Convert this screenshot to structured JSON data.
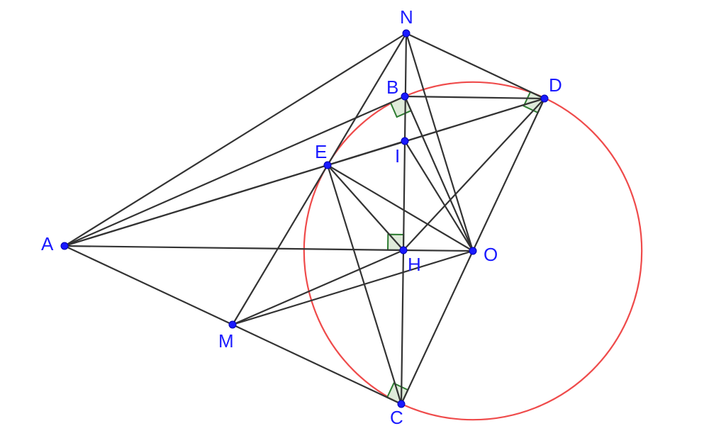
{
  "colors": {
    "line": "#333333",
    "circle": "#ef4b4b",
    "point": "#1a1aff",
    "right_angle_stroke": "#2e7d32",
    "right_angle_fill": "#d9e8d4"
  },
  "points": [
    {
      "id": "N",
      "label": "N"
    },
    {
      "id": "B",
      "label": "B"
    },
    {
      "id": "D",
      "label": "D"
    },
    {
      "id": "I",
      "label": "I"
    },
    {
      "id": "E",
      "label": "E"
    },
    {
      "id": "A",
      "label": "A"
    },
    {
      "id": "H",
      "label": "H"
    },
    {
      "id": "O",
      "label": "O"
    },
    {
      "id": "M",
      "label": "M"
    },
    {
      "id": "C",
      "label": "C"
    }
  ],
  "segments": [
    [
      "A",
      "N"
    ],
    [
      "N",
      "D"
    ],
    [
      "N",
      "E"
    ],
    [
      "N",
      "H"
    ],
    [
      "N",
      "O"
    ],
    [
      "A",
      "B"
    ],
    [
      "A",
      "E"
    ],
    [
      "A",
      "D"
    ],
    [
      "A",
      "H"
    ],
    [
      "A",
      "M"
    ],
    [
      "B",
      "D"
    ],
    [
      "B",
      "O"
    ],
    [
      "E",
      "D"
    ],
    [
      "H",
      "D"
    ],
    [
      "D",
      "O"
    ],
    [
      "E",
      "I"
    ],
    [
      "E",
      "H"
    ],
    [
      "E",
      "O"
    ],
    [
      "E",
      "M"
    ],
    [
      "E",
      "C"
    ],
    [
      "I",
      "O"
    ],
    [
      "H",
      "O"
    ],
    [
      "M",
      "H"
    ],
    [
      "M",
      "O"
    ],
    [
      "M",
      "C"
    ],
    [
      "H",
      "C"
    ],
    [
      "C",
      "O"
    ]
  ],
  "circle": {
    "center": "O",
    "through": "B"
  },
  "right_angles": [
    {
      "vertex": "B",
      "ray1": "A",
      "ray2": "O"
    },
    {
      "vertex": "D",
      "ray1": "N",
      "ray2": "O"
    },
    {
      "vertex": "C",
      "ray1": "M",
      "ray2": "O"
    },
    {
      "vertex": "H",
      "ray1": "A",
      "ray2": "N"
    }
  ]
}
